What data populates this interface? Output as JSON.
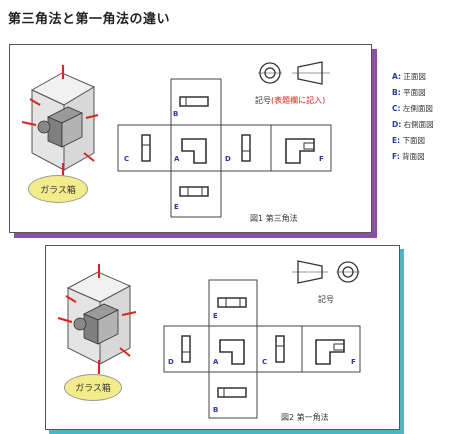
{
  "title": "第三角法と第一角法の違い",
  "figure1": {
    "caption": "図1 第三角法",
    "glass_box": "ガラス箱",
    "symbol_label": "記号",
    "symbol_note": "(表題欄に記入)",
    "views": {
      "top": "B",
      "front": "A",
      "left": "C",
      "right": "D",
      "back": "F",
      "bottom": "E"
    }
  },
  "figure2": {
    "caption": "図2 第一角法",
    "glass_box": "ガラス箱",
    "symbol_label": "記号",
    "views": {
      "top": "E",
      "front": "A",
      "left": "D",
      "right": "C",
      "back": "F",
      "bottom": "B"
    }
  },
  "legend": [
    {
      "key": "A:",
      "value": "正面図"
    },
    {
      "key": "B:",
      "value": "平面図"
    },
    {
      "key": "C:",
      "value": "左側面図"
    },
    {
      "key": "D:",
      "value": "右側面図"
    },
    {
      "key": "E:",
      "value": "下面図"
    },
    {
      "key": "F:",
      "value": "背面図"
    }
  ],
  "colors": {
    "accent1": "#8b4fa3",
    "accent2": "#49b7c4",
    "label_blue": "#2a3aa0",
    "red": "#e2231a",
    "ellipse": "#f3ec8a"
  }
}
